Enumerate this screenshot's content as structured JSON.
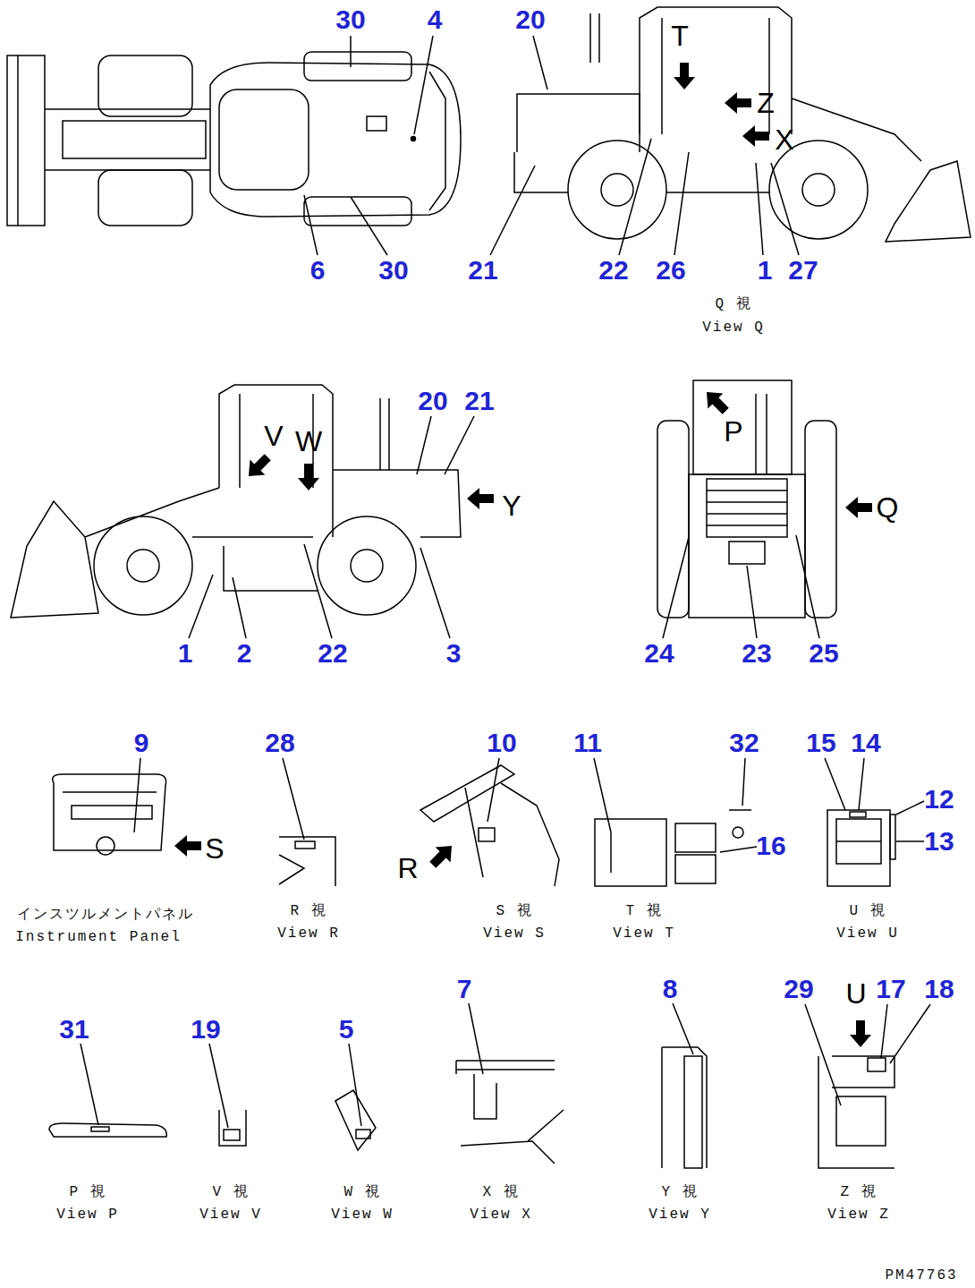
{
  "diagram": {
    "labels": [
      "30",
      "4",
      "20",
      "T",
      "Z",
      "X",
      "6",
      "30",
      "21",
      "22",
      "26",
      "1",
      "27",
      "Q 視",
      "View Q",
      "V",
      "W",
      "20",
      "21",
      "Y",
      "P",
      "Q",
      "1",
      "2",
      "22",
      "3",
      "24",
      "23",
      "25",
      "9",
      "28",
      "10",
      "11",
      "32",
      "15",
      "14",
      "12",
      "16",
      "13",
      "S",
      "R",
      "インスツルメントパネル",
      "R 視",
      "S 視",
      "T 視",
      "U 視",
      "Instrument Panel",
      "View R",
      "View S",
      "View T",
      "View U",
      "7",
      "8",
      "29",
      "U",
      "17",
      "18",
      "31",
      "19",
      "5",
      "P 視",
      "V 視",
      "W 視",
      "X 視",
      "Y 視",
      "Z 視",
      "View P",
      "View V",
      "View W",
      "View X",
      "View Y",
      "View Z",
      "PM47763"
    ]
  }
}
